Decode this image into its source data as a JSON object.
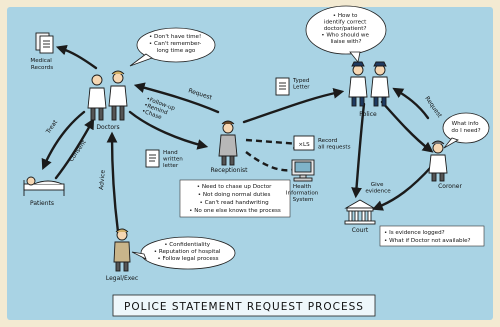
{
  "title": "POLICE STATEMENT REQUEST PROCESS",
  "nodes": {
    "medical_records": "Medical Records",
    "doctors": "Doctors",
    "patients": "Patients",
    "legal_exec": "Legal/Exec",
    "receptionist": "Receptionist",
    "hand_written_letter": [
      "Hand",
      "written",
      "letter"
    ],
    "typed_letter": [
      "Typed",
      "Letter"
    ],
    "police": "Police",
    "coroner": "Coroner",
    "court": "Court",
    "his": [
      "Health",
      "Information",
      "System"
    ],
    "xls_label": "×LS",
    "record_requests": [
      "Record",
      "all requests"
    ]
  },
  "edge_labels": {
    "request_to_doctors": "Request",
    "followup": [
      "•Follow-up",
      "•Remind",
      "•Chase"
    ],
    "treat": "Treat",
    "consent": "Consent",
    "advice": "Advice",
    "request_to_police": "Request",
    "give_evidence": [
      "Give",
      "evidence"
    ]
  },
  "bubbles": {
    "doctors": [
      "• Don't have time!",
      "• Can't remember-",
      "long time ago"
    ],
    "police": [
      "• How to",
      "identify correct",
      "doctor/patient?",
      "• Who should we",
      "liaise with?"
    ],
    "coroner": [
      "What info",
      "do I need?"
    ],
    "legal": [
      "• Confidentiality",
      "• Reputation of hospital",
      "• Follow legal process"
    ]
  },
  "notes": {
    "receptionist": [
      "• Need to chase up Doctor",
      "• Not doing normal duties",
      "• Can't read handwriting",
      "• No one else knows the process"
    ],
    "court": [
      "• Is evidence logged?",
      "• What if Doctor not available?"
    ]
  }
}
